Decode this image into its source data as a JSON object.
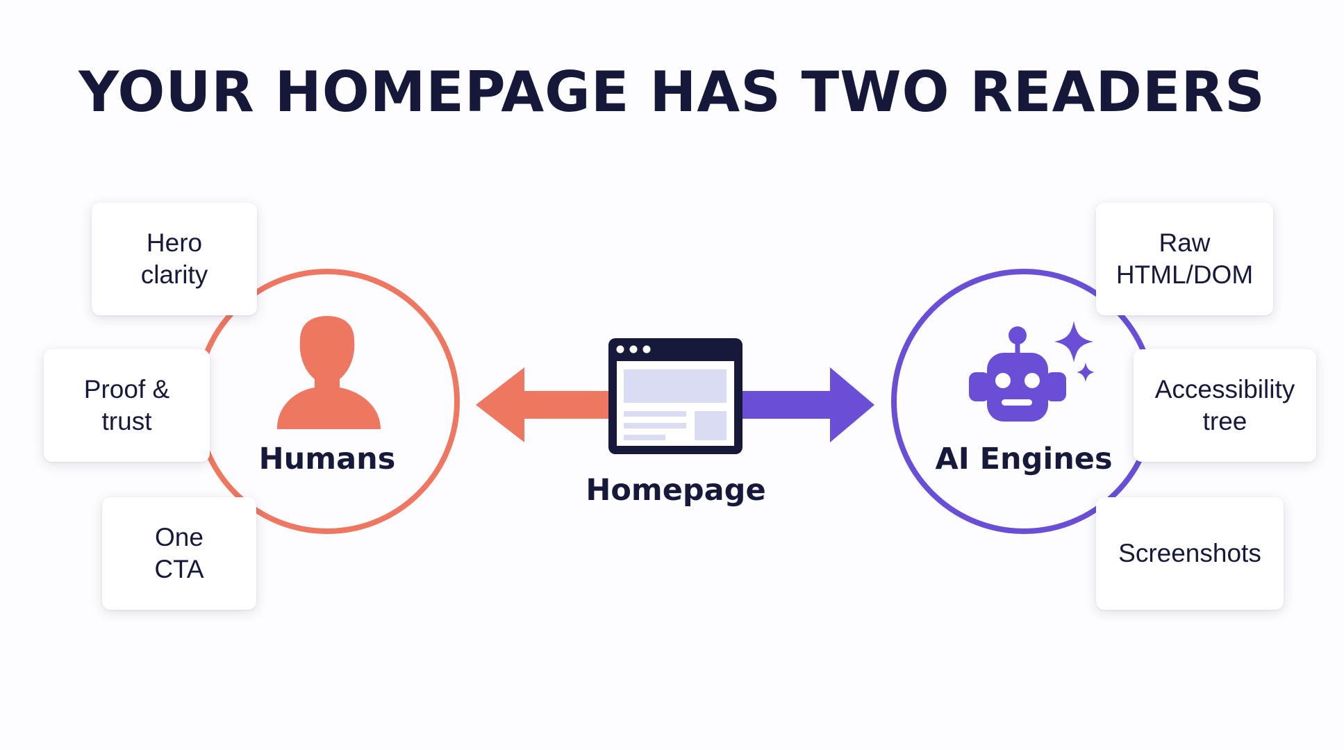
{
  "title": "YOUR HOMEPAGE HAS TWO READERS",
  "colors": {
    "humans": "#ee7762",
    "ai": "#6a4fd6",
    "navy": "#16193a",
    "browser_fill": "#d9dcf3"
  },
  "center": {
    "label": "Homepage",
    "icon": "browser-window-icon"
  },
  "humans": {
    "label": "Humans",
    "icon": "person-icon",
    "cards": [
      "Hero\nclarity",
      "Proof &\ntrust",
      "One\nCTA"
    ]
  },
  "ai": {
    "label": "AI Engines",
    "icon": "robot-sparkle-icon",
    "cards": [
      "Raw\nHTML/DOM",
      "Accessibility\ntree",
      "Screenshots"
    ]
  }
}
